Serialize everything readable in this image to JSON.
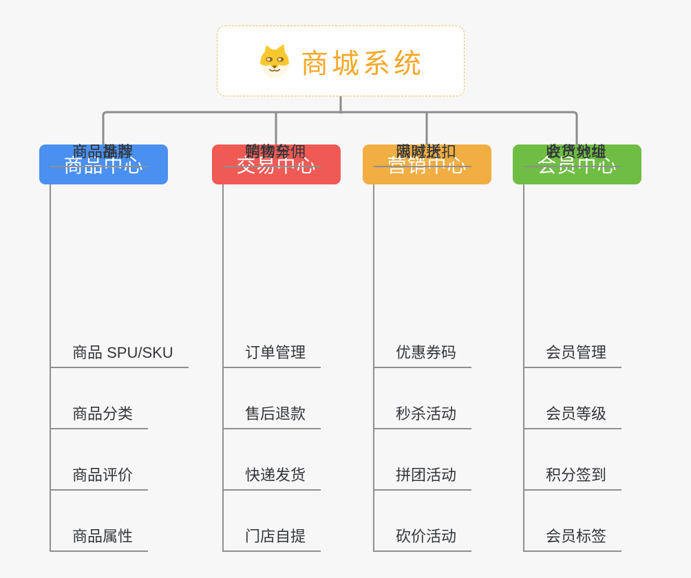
{
  "root": {
    "label": "商城系统",
    "icon": "shiba-dog-icon"
  },
  "branches": [
    {
      "label": "商品中心",
      "color": "#4A90F0",
      "items": [
        "商品 SPU/SKU",
        "商品分类",
        "商品评价",
        "商品属性",
        "商品推荐",
        "商品品牌"
      ]
    },
    {
      "label": "交易中心",
      "color": "#EF5A55",
      "items": [
        "订单管理",
        "售后退款",
        "快递发货",
        "门店自提",
        "购物车",
        "销售分佣"
      ]
    },
    {
      "label": "营销中心",
      "color": "#F0AE43",
      "items": [
        "优惠券码",
        "秒杀活动",
        "拼团活动",
        "砍价活动",
        "限时折扣",
        "满减送"
      ]
    },
    {
      "label": "会员中心",
      "color": "#6FBE43",
      "items": [
        "会员管理",
        "会员等级",
        "积分签到",
        "会员标签",
        "会员分组",
        "收货地址"
      ]
    }
  ],
  "palette": {
    "canvas_background": "#F7F7F7",
    "root_text": "#F5A829",
    "root_border": "#F3B959",
    "connector_line": "#8C8C8C",
    "item_underline": "#8F8F8F",
    "item_text": "#33363A"
  }
}
